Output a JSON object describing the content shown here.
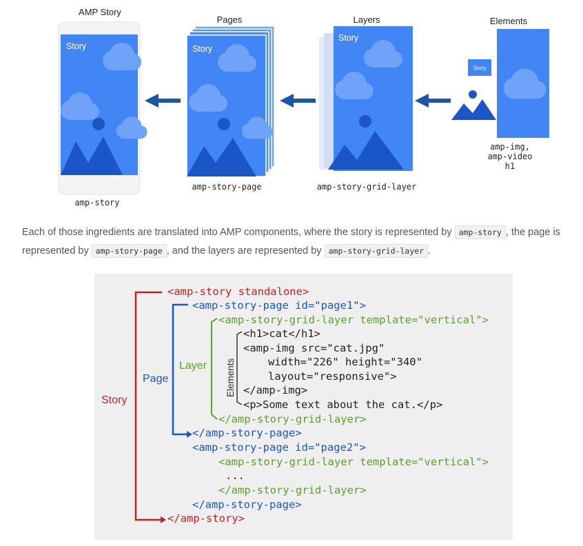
{
  "diagram": {
    "titles": {
      "amp_story": "AMP Story",
      "pages": "Pages",
      "layers": "Layers",
      "elements": "Elements"
    },
    "story_label": "Story",
    "captions": {
      "amp_story": "amp-story",
      "amp_story_page": "amp-story-page",
      "grid_layer": "amp-story-grid-layer",
      "elements_lines": [
        "amp-img,",
        "amp-video",
        "h1"
      ]
    },
    "colors": {
      "blue": "#4285f4",
      "dark_blue": "#1a56c6",
      "cloud": "#6fa3f7",
      "arrow": "#1a56a8"
    }
  },
  "paragraph": {
    "t1": "Each of those ingredients are translated into AMP components, where the story is represented by ",
    "c1": "amp-story",
    "t2": ", the page is represented by ",
    "c2": "amp-story-page",
    "t3": ", and the layers are represented by ",
    "c3": "amp-story-grid-layer",
    "t4": "."
  },
  "code": {
    "labels": {
      "story": "Story",
      "page": "Page",
      "layer": "Layer",
      "elements": "Elements"
    },
    "lines": [
      "<amp-story standalone>",
      "<amp-story-page id=\"page1\">",
      "<amp-story-grid-layer template=\"vertical\">",
      "<h1>cat</h1>",
      "<amp-img src=\"cat.jpg\"",
      "width=\"226\" height=\"340\"",
      "layout=\"responsive\">",
      "</amp-img>",
      "<p>Some text about the cat.</p>",
      "</amp-story-grid-layer>",
      "</amp-story-page>",
      "<amp-story-page id=\"page2\">",
      "<amp-story-grid-layer template=\"vertical\">",
      "...",
      "</amp-story-grid-layer>",
      "</amp-story-page>",
      "</amp-story>"
    ],
    "colors": {
      "story": "#c5221f",
      "page": "#1a56c6",
      "layer": "#5aa02c",
      "text": "#222222",
      "bg": "#efefef"
    }
  }
}
